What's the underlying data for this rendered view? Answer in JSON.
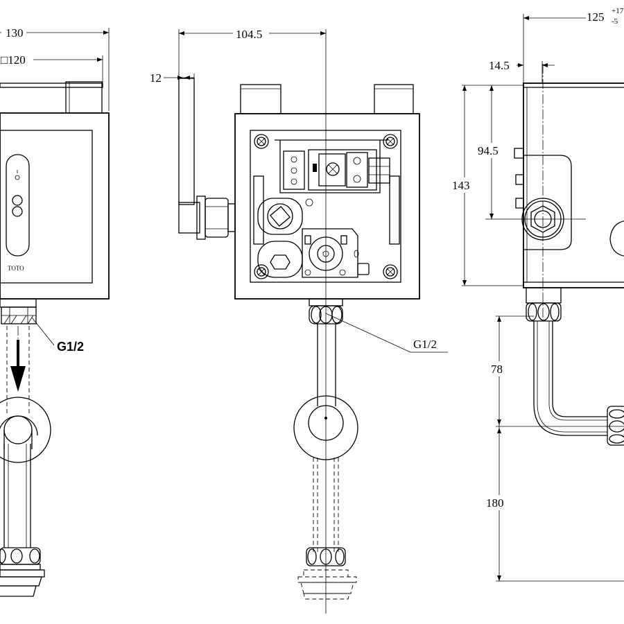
{
  "drawing": {
    "front_view": {
      "dim_width": "130",
      "dim_square": "□120",
      "brand": "TOTO",
      "thread_label": "G1/2"
    },
    "back_view": {
      "dim_offset": "104.5",
      "dim_pipe": "12",
      "thread_label": "G1/2"
    },
    "side_view": {
      "dim_depth": "125",
      "dim_tol_plus": "+17",
      "dim_tol_minus": "-5",
      "dim_inlet_offset": "14.5",
      "dim_height": "143",
      "dim_inlet_height": "94.5",
      "dim_outlet_drop": "78",
      "dim_outlet_height": "180"
    }
  }
}
